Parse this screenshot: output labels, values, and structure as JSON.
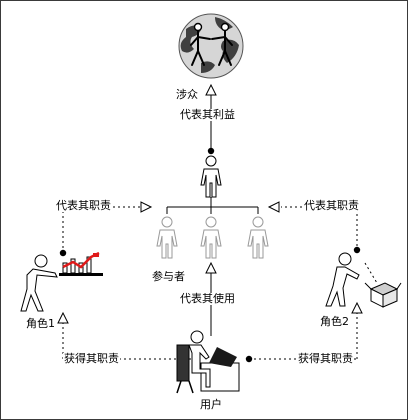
{
  "nodes": {
    "stakeholders": "涉众",
    "participants": "参与者",
    "role1": "角色1",
    "role2": "角色2",
    "user": "用户"
  },
  "edges": {
    "represent_interest": "代表其利益",
    "represent_duty_left": "代表其职责",
    "represent_duty_right": "代表其职责",
    "represent_use": "代表其使用",
    "obtain_duty_left": "获得其职责",
    "obtain_duty_right": "获得其职责"
  },
  "icons": {
    "globe": "globe-with-people-icon",
    "representative": "person-icon",
    "participants": "person-group-icon",
    "role1": "presenter-with-chart-icon",
    "role2": "person-with-box-icon",
    "user": "person-at-computer-icon"
  },
  "colors": {
    "line": "#000000",
    "participants_outline": "#9a9a9a",
    "chart_bars": "#e01a1a"
  }
}
